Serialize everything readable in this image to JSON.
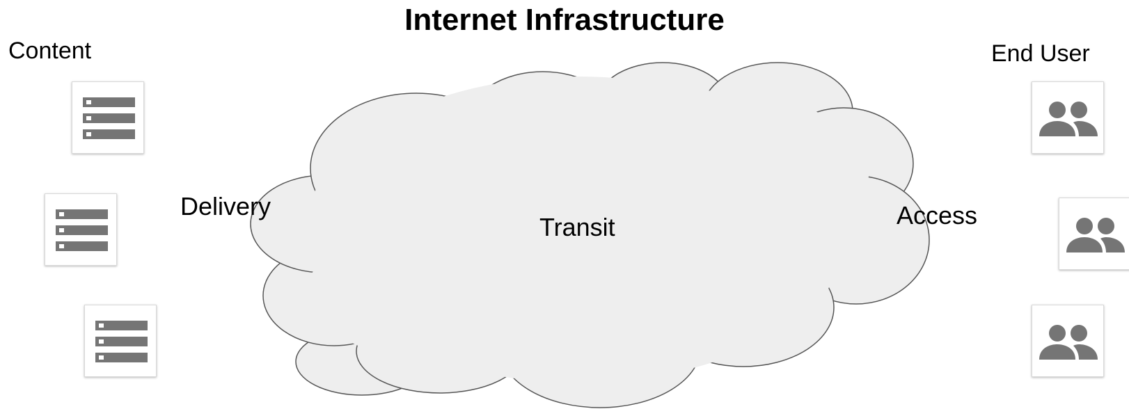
{
  "title": "Internet Infrastructure",
  "columns": {
    "left_label": "Content",
    "right_label": "End User"
  },
  "cloud": {
    "fill": "#eeeeee",
    "stroke": "#555555",
    "labels": {
      "delivery": "Delivery",
      "transit": "Transit",
      "access": "Access"
    }
  },
  "nodes": {
    "content": [
      {
        "icon": "server-icon"
      },
      {
        "icon": "server-icon"
      },
      {
        "icon": "server-icon"
      }
    ],
    "users": [
      {
        "icon": "users-icon"
      },
      {
        "icon": "users-icon"
      },
      {
        "icon": "users-icon"
      }
    ]
  },
  "colors": {
    "icon": "#757575",
    "card_border": "#d9d9d9"
  }
}
